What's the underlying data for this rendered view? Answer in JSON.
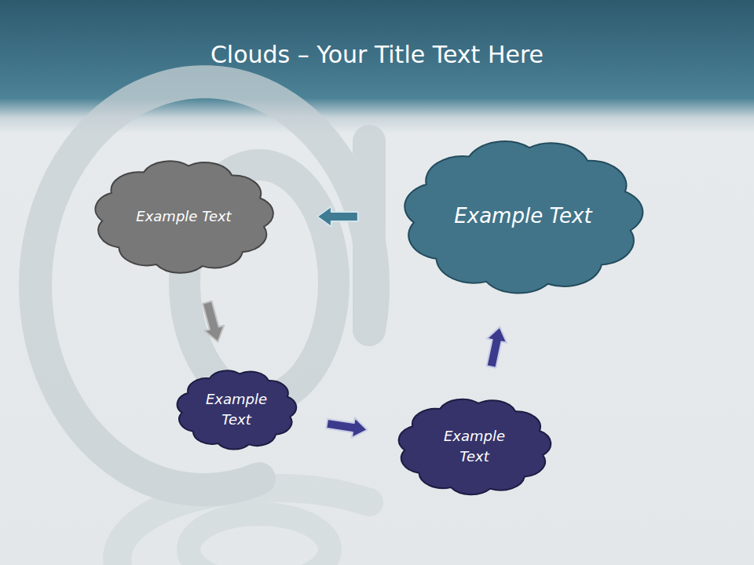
{
  "diagram": {
    "title": "Clouds – Your Title Text Here",
    "nodes": [
      {
        "text": [
          "Example Text"
        ]
      },
      {
        "text": [
          "Example Text"
        ]
      },
      {
        "text": [
          "Example Text"
        ]
      },
      {
        "text": [
          "Example Text"
        ]
      }
    ],
    "edges": [
      {
        "from": 1,
        "to": 0,
        "arrow": "to"
      },
      {
        "from": 0,
        "to": 2,
        "arrow": "to"
      },
      {
        "from": 2,
        "to": 3,
        "arrow": "to"
      },
      {
        "from": 3,
        "to": 1,
        "arrow": "to"
      }
    ]
  }
}
